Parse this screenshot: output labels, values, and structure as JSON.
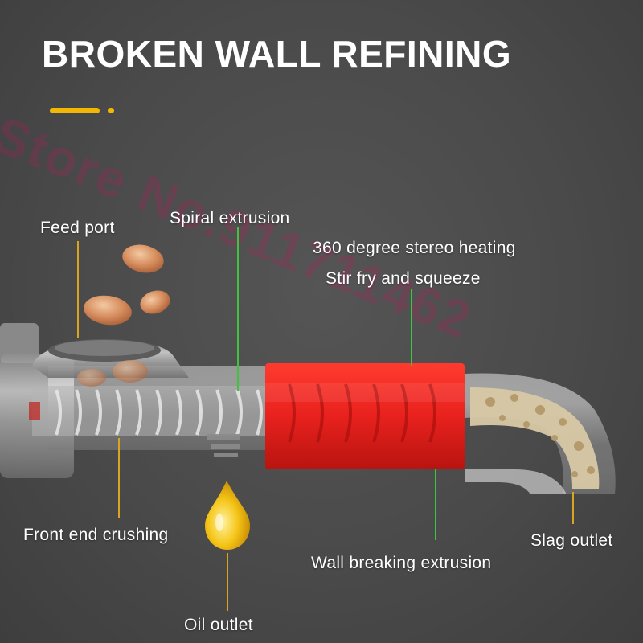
{
  "title": "BROKEN WALL REFINING",
  "watermark": "Store No.911711462",
  "labels": {
    "feed_port": "Feed port",
    "spiral_extrusion": "Spiral extrusion",
    "stereo_heating": "360 degree stereo heating",
    "stir_fry": "Stir fry and squeeze",
    "front_end_crushing": "Front end crushing",
    "slag_outlet": "Slag outlet",
    "wall_breaking": "Wall breaking extrusion",
    "oil_outlet": "Oil outlet"
  },
  "colors": {
    "background": "#4a4a4a",
    "accent": "#f2b705",
    "heater": "#e8211e",
    "leader_yellow": "#d9a520",
    "leader_green": "#3ec43e",
    "watermark": "#c2185b",
    "oil": "#f5c518"
  },
  "icons": [
    "oil-drop-icon",
    "peanut-icon"
  ]
}
